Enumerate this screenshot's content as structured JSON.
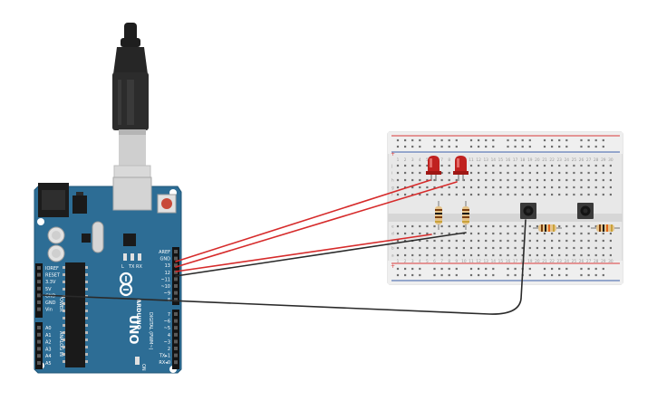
{
  "colors": {
    "board": "#2d6d95",
    "board_edge": "#1f5678",
    "breadboard": "#e8e8e8",
    "rail_red": "#d83a3a",
    "rail_blue": "#3a5ea8",
    "wire_red": "#d62b2b",
    "wire_black": "#2a2a2a",
    "led_red": "#c0211f"
  },
  "arduino": {
    "brand": "ARDUINO",
    "model": "UNO",
    "right_header_pins": [
      "AREF",
      "GND",
      "13",
      "12",
      "~11",
      "~10",
      "~9",
      "8",
      "7",
      "~6",
      "~5",
      "4",
      "~3",
      "2",
      "TX▸1",
      "RX◂0"
    ],
    "digital_label": "DIGITAL (PWM~)",
    "power_pins": [
      "IOREF",
      "RESET",
      "3.3V",
      "5V",
      "GND",
      "GND",
      "Vin"
    ],
    "power_label": "POWER",
    "analog_pins": [
      "A0",
      "A1",
      "A2",
      "A3",
      "A4",
      "A5"
    ],
    "analog_label": "ANALOG IN",
    "small_labels": [
      "L",
      "TX",
      "RX",
      "ON"
    ]
  },
  "breadboard": {
    "row_letters_top": [
      "j",
      "i",
      "h",
      "g",
      "f"
    ],
    "row_letters_bottom": [
      "e",
      "d",
      "c",
      "b",
      "a"
    ],
    "column_numbers": [
      "1",
      "2",
      "3",
      "4",
      "5",
      "6",
      "7",
      "8",
      "9",
      "10",
      "11",
      "12",
      "13",
      "14",
      "15",
      "16",
      "17",
      "18",
      "19",
      "20",
      "21",
      "22",
      "23",
      "24",
      "25",
      "26",
      "27",
      "28",
      "29",
      "30"
    ],
    "rail_plus": "+",
    "rail_minus": "−"
  }
}
